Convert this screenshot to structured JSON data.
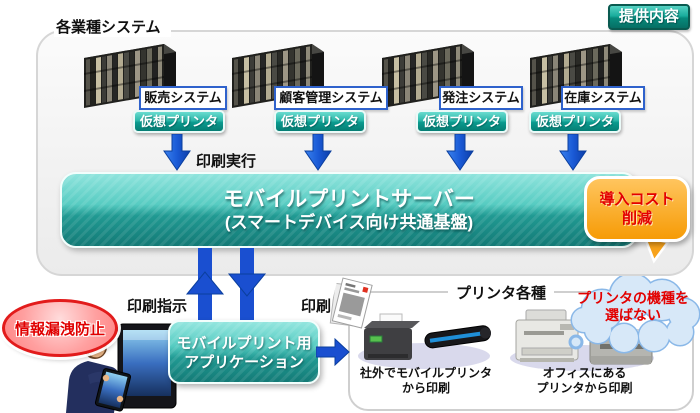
{
  "badge": {
    "label": "提供内容"
  },
  "systems_group": {
    "label": "各業種システム",
    "print_execute_label": "印刷実行",
    "systems": [
      {
        "name": "販売システム",
        "virtual_printer": "仮想プリンタ"
      },
      {
        "name": "顧客管理システム",
        "virtual_printer": "仮想プリンタ"
      },
      {
        "name": "発注システム",
        "virtual_printer": "仮想プリンタ"
      },
      {
        "name": "在庫システム",
        "virtual_printer": "仮想プリンタ"
      }
    ]
  },
  "server_box": {
    "title": "モバイルプリントサーバー",
    "subtitle": "(スマートデバイス向け共通基盤)"
  },
  "cost_callout": {
    "line1": "導入コスト",
    "line2": "削減"
  },
  "security_callout": {
    "label": "情報漏洩防止"
  },
  "flow": {
    "print_instruction": "印刷指示",
    "print": "印刷"
  },
  "app_box": {
    "line1": "モバイルプリント用",
    "line2": "アプリケーション"
  },
  "printers_group": {
    "label": "プリンタ各種",
    "mobile_caption": {
      "line1": "社外でモバイルプリンタ",
      "line2": "から印刷"
    },
    "office_caption": {
      "line1": "オフィスにある",
      "line2": "プリンタから印刷"
    },
    "choice_callout": {
      "line1": "プリンタの機種を",
      "line2": "選ばない"
    }
  },
  "colors": {
    "teal_box": "#1f948d",
    "blue_arrow": "#1a5ad6",
    "orange_callout": "#f7a21b",
    "red_text": "#e30000",
    "label_border": "#2f62cc"
  }
}
